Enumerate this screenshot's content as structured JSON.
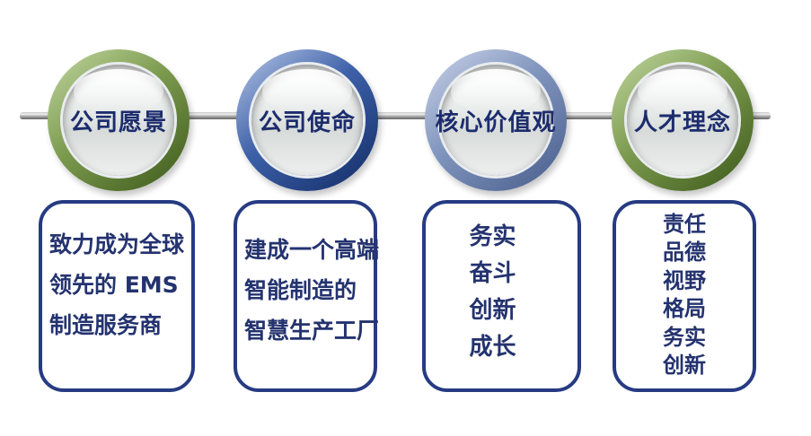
{
  "items": [
    {
      "id": "company-vision",
      "label": "公司愿景",
      "circle_color": "green",
      "lines": [
        "致力成为全球",
        "领先的 EMS",
        "制造服务商"
      ]
    },
    {
      "id": "company-mission",
      "label": "公司使命",
      "circle_color": "blue",
      "lines": [
        "建成一个高端",
        "智能制造的",
        "智慧生产工厂"
      ]
    },
    {
      "id": "core-values",
      "label": "核心价值观",
      "circle_color": "steel-blue",
      "lines": [
        "务实",
        "奋斗",
        "创新",
        "成长"
      ]
    },
    {
      "id": "talent-philosophy",
      "label": "人才理念",
      "circle_color": "green",
      "lines": [
        "责任",
        "品德",
        "视野",
        "格局",
        "务实",
        "创新"
      ]
    }
  ],
  "colors": {
    "label_text": "#1c2c6d",
    "box_text": "#24336f",
    "box_border": "#273b82",
    "ring_green_light": "#b9d098",
    "ring_green_dark": "#425f1f",
    "ring_blue_light": "#a9bbdf",
    "ring_blue_dark": "#16316c",
    "ring_steel_light": "#c0cbe3",
    "ring_steel_dark": "#4d6190",
    "connector_bar": "#a2a2a2",
    "background": "#ffffff"
  }
}
